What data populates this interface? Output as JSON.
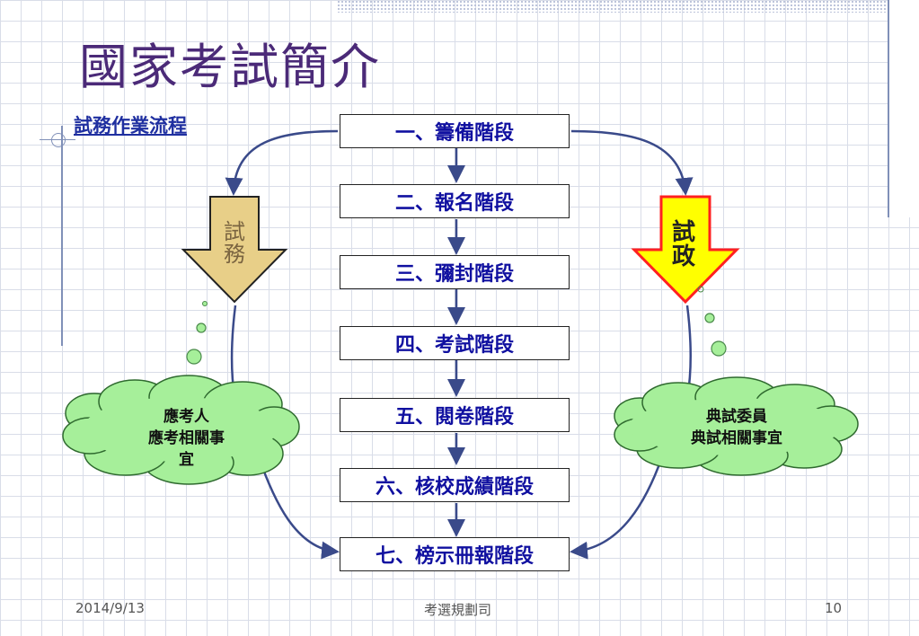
{
  "slide": {
    "title": "國家考試簡介",
    "subtitle": "試務作業流程"
  },
  "stages": [
    "一、籌備階段",
    "二、報名階段",
    "三、彌封階段",
    "四、考試階段",
    "五、閱卷階段",
    "六、核校成績階段",
    "七、榜示冊報階段"
  ],
  "left_arrow": {
    "line1": "試",
    "line2": "務"
  },
  "right_arrow": {
    "line1": "試",
    "line2": "政"
  },
  "left_cloud": {
    "line1": "應考人",
    "line2": "應考相關事",
    "line3": "宜"
  },
  "right_cloud": {
    "line1": "典試委員",
    "line2": "典試相關事宜"
  },
  "footer": {
    "date": "2014/9/13",
    "org": "考選規劃司",
    "page": "10"
  },
  "colors": {
    "title": "#4b2a78",
    "stage_text": "#1010a0",
    "connector": "#3a4a8a",
    "left_arrow_fill": "#e8cf88",
    "right_arrow_fill": "#ffff00",
    "right_arrow_border": "#ff2020",
    "cloud_fill": "#a6ef9a"
  }
}
